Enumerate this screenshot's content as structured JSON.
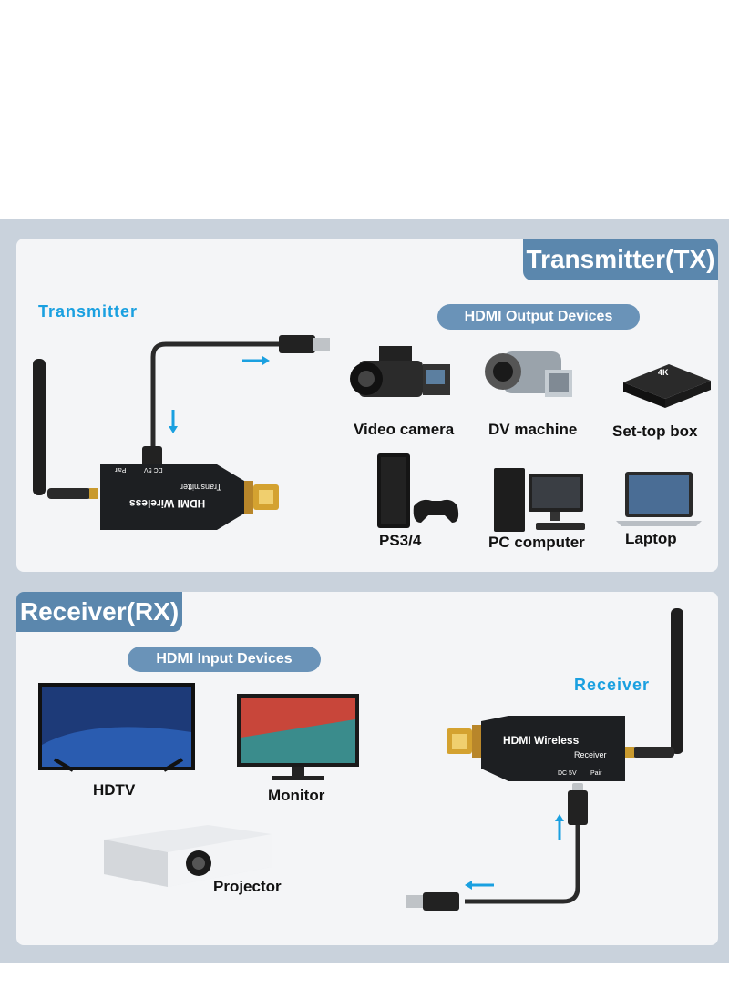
{
  "transmitter_section": {
    "tab_label": "Transmitter(TX)",
    "title": "Transmitter",
    "devices_pill": "HDMI Output Devices",
    "device_text": {
      "model": "HDMI Wireless",
      "sub": "Transmitter",
      "port_dc": "DC 5V",
      "port_pair": "Pair"
    },
    "devices": [
      {
        "label": "Video camera",
        "icon": "video-camera-icon"
      },
      {
        "label": "DV machine",
        "icon": "camcorder-icon"
      },
      {
        "label": "Set-top box",
        "icon": "set-top-box-icon",
        "badge": "4K"
      },
      {
        "label": "PS3/4",
        "icon": "game-console-icon"
      },
      {
        "label": "PC computer",
        "icon": "pc-computer-icon"
      },
      {
        "label": "Laptop",
        "icon": "laptop-icon"
      }
    ]
  },
  "receiver_section": {
    "tab_label": "Receiver(RX)",
    "title": "Receiver",
    "devices_pill": "HDMI Input Devices",
    "device_text": {
      "model": "HDMI Wireless",
      "sub": "Receiver",
      "port_dc": "DC 5V",
      "port_pair": "Pair"
    },
    "devices": [
      {
        "label": "HDTV",
        "icon": "tv-icon"
      },
      {
        "label": "Monitor",
        "icon": "monitor-icon"
      },
      {
        "label": "Projector",
        "icon": "projector-icon"
      }
    ]
  },
  "colors": {
    "band": "#c9d2dc",
    "panel": "#f4f5f7",
    "section_tab": "#5b87ad",
    "pill": "#6a93b8",
    "accent_blue": "#1aa0e0",
    "device_body": "#1d1f22",
    "hdmi_gold": "#d4a230"
  }
}
